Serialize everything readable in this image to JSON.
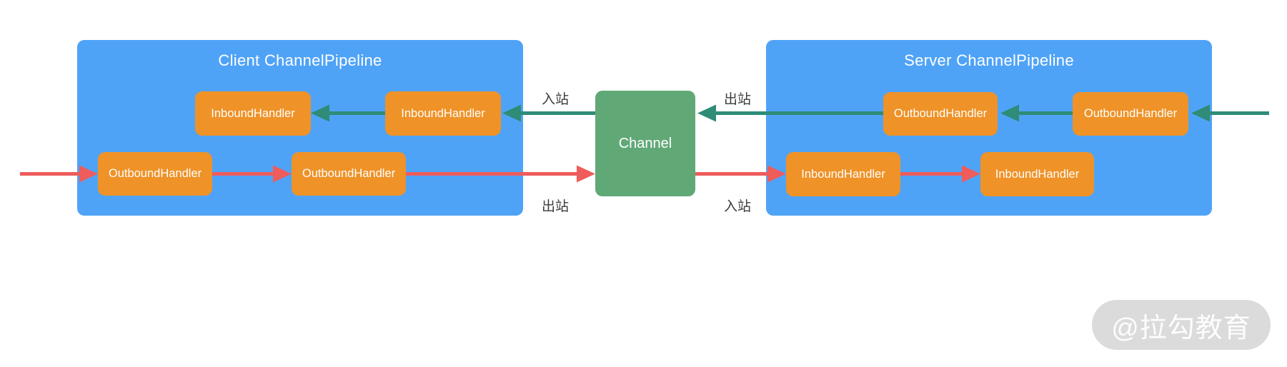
{
  "diagram": {
    "client_pipeline": {
      "title": "Client ChannelPipeline",
      "inbound_handlers": [
        "InboundHandler",
        "InboundHandler"
      ],
      "outbound_handlers": [
        "OutboundHandler",
        "OutboundHandler"
      ]
    },
    "channel": {
      "label": "Channel"
    },
    "server_pipeline": {
      "title": "Server ChannelPipeline",
      "outbound_handlers": [
        "OutboundHandler",
        "OutboundHandler"
      ],
      "inbound_handlers": [
        "InboundHandler",
        "InboundHandler"
      ]
    },
    "flow_labels": {
      "client_top_inbound": "入站",
      "client_bottom_outbound": "出站",
      "server_top_outbound": "出站",
      "server_bottom_inbound": "入站"
    }
  },
  "colors": {
    "pipeline_blue": "#4FA3F7",
    "handler_orange": "#EF9227",
    "channel_green": "#61A877",
    "inbound_arrow_teal": "#2E8C77",
    "outbound_arrow_red": "#EE5C5C",
    "flow_label_text": "#3C3C3C",
    "box_text": "#FFFFFF",
    "watermark_bg": "#BEBEBE",
    "watermark_text": "#FFFFFF"
  },
  "watermark": {
    "text": "@拉勾教育"
  }
}
